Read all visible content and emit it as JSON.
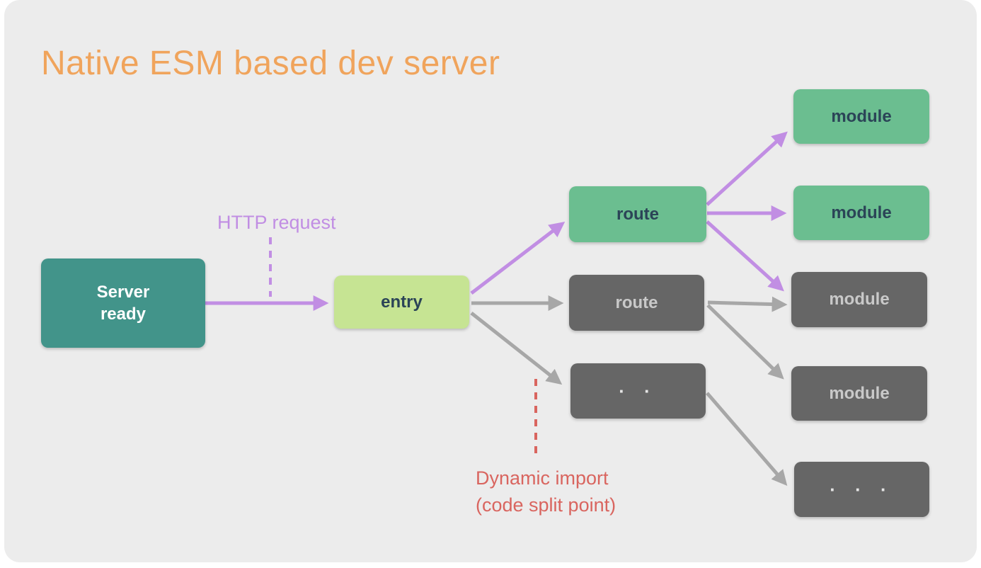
{
  "title": "Native ESM based dev server",
  "colors": {
    "panel_background": "#ececec",
    "title_orange": "#f0a45c",
    "server_teal": "#42948a",
    "entry_lime": "#c6e493",
    "active_green": "#6bbe90",
    "inactive_gray": "#666666",
    "arrow_purple": "#c18ee3",
    "arrow_gray": "#a7a7a7",
    "annotation_red": "#d9655f",
    "dark_text": "#2b4457"
  },
  "annotations": {
    "http_request": {
      "text": "HTTP request"
    },
    "dynamic_import": {
      "line1": "Dynamic import",
      "line2": "(code split point)"
    }
  },
  "nodes": {
    "server_ready": {
      "label": "Server\nready"
    },
    "entry": {
      "label": "entry"
    },
    "route_active": {
      "label": "route"
    },
    "route_inactive": {
      "label": "route"
    },
    "routes_ellipsis": {
      "label": "· ·"
    },
    "module_active_1": {
      "label": "module"
    },
    "module_active_2": {
      "label": "module"
    },
    "module_inactive_1": {
      "label": "module"
    },
    "module_inactive_2": {
      "label": "module"
    },
    "modules_ellipsis": {
      "label": "· · ·"
    }
  }
}
